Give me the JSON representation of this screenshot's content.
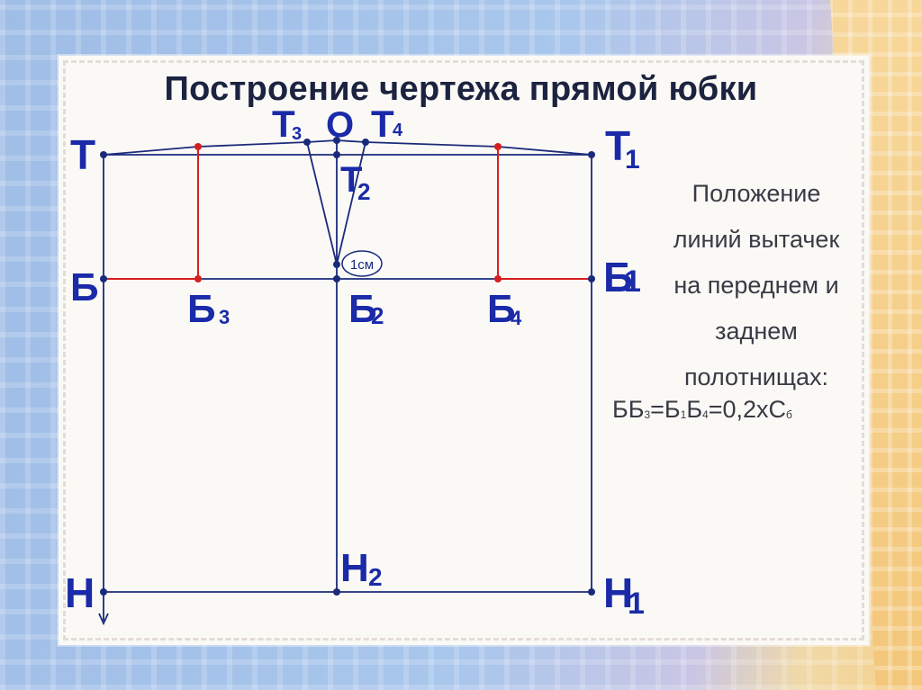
{
  "title": "Построение чертежа прямой юбки",
  "caption": {
    "lines": [
      "Положение",
      "линий вытачек",
      "на переднем и",
      "заднем",
      "полотнищах:"
    ]
  },
  "formula": {
    "p1": "ББ",
    "s1": "3",
    "p2": "=Б",
    "s2": "1",
    "p3": "Б",
    "s3": "4",
    "p4": "=0,2хС",
    "s4": "б"
  },
  "labels": {
    "T": "Т",
    "T1_main": "Т",
    "T1_sub": "1",
    "T3_main": "Т",
    "T3_sub": "3",
    "O": "О",
    "T4_main": "Т",
    "T4_sub": "4",
    "T2_main": "Т",
    "T2_sub": "2",
    "B": "Б",
    "B1_main": "Б",
    "B1_sub": "1",
    "B3_main": "Б",
    "B3_sub": "3",
    "B2_main": "Б",
    "B2_sub": "2",
    "B4_main": "Б",
    "B4_sub": "4",
    "H": "Н",
    "H1_main": "Н",
    "H1_sub": "1",
    "H2_main": "Н",
    "H2_sub": "2",
    "dart_depth": "1см"
  },
  "colors": {
    "line": "#1a2a7a",
    "dart_line": "#d61f1f",
    "label": "#1a2aa8",
    "title": "#1c2340"
  }
}
